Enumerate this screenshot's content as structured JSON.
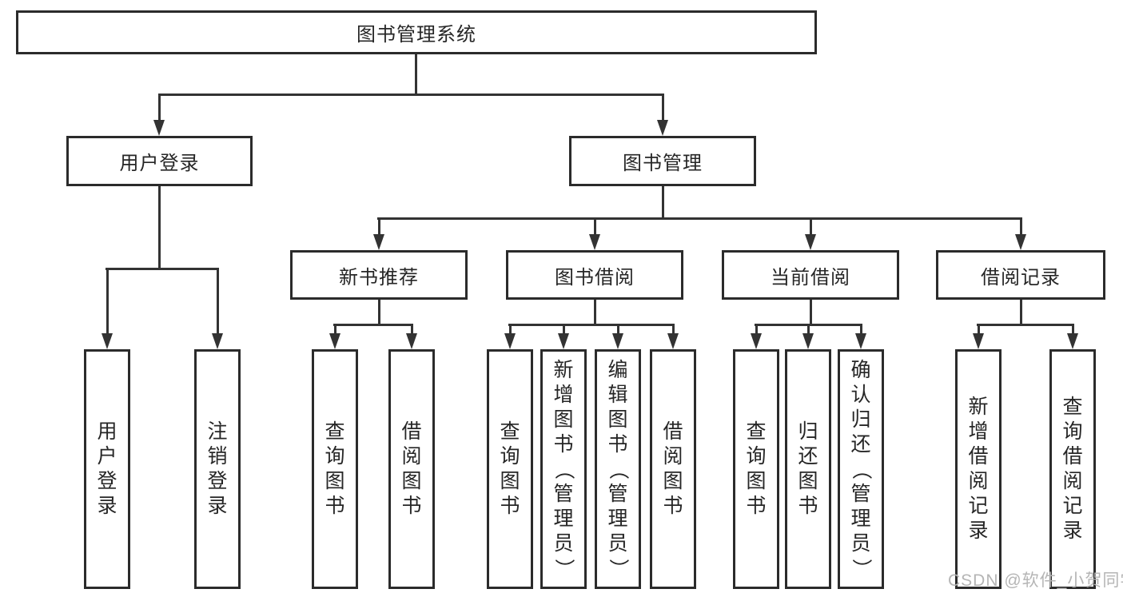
{
  "diagram": {
    "title": "图书管理系统",
    "tree": {
      "label": "图书管理系统",
      "children": [
        {
          "label": "用户登录",
          "children": [
            {
              "label": "用户登录"
            },
            {
              "label": "注销登录"
            }
          ]
        },
        {
          "label": "图书管理",
          "children": [
            {
              "label": "新书推荐",
              "children": [
                {
                  "label": "查询图书"
                },
                {
                  "label": "借阅图书"
                }
              ]
            },
            {
              "label": "图书借阅",
              "children": [
                {
                  "label": "查询图书"
                },
                {
                  "label": "新增图书（管理员）"
                },
                {
                  "label": "编辑图书（管理员）"
                },
                {
                  "label": "借阅图书"
                }
              ]
            },
            {
              "label": "当前借阅",
              "children": [
                {
                  "label": "查询图书"
                },
                {
                  "label": "归还图书"
                },
                {
                  "label": "确认归还（管理员）"
                }
              ]
            },
            {
              "label": "借阅记录",
              "children": [
                {
                  "label": "新增借阅记录"
                },
                {
                  "label": "查询借阅记录"
                }
              ]
            }
          ]
        }
      ]
    },
    "watermark": "CSDN @软件_小贺同学",
    "colors": {
      "box_border": "#2b2b2b",
      "connector_line": "#333333",
      "text": "#262626",
      "watermark_text": "#b5b5b5",
      "background": "#ffffff"
    }
  }
}
